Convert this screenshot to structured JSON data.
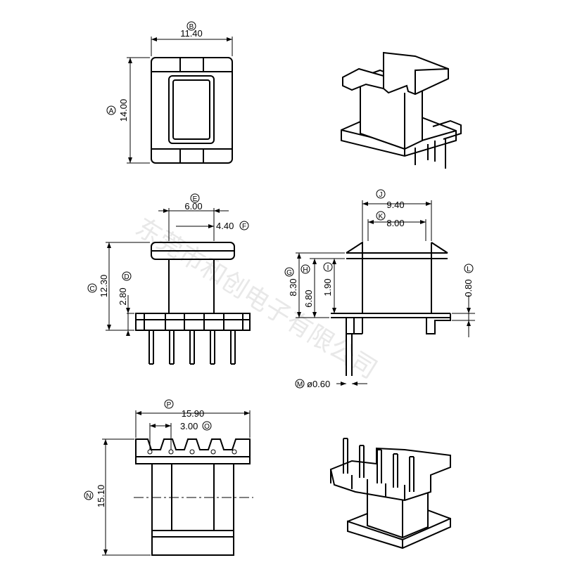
{
  "watermark": "东莞市和创电子有限公司",
  "dims": {
    "A": {
      "label": "A",
      "value": "14.00"
    },
    "B": {
      "label": "B",
      "value": "11.40"
    },
    "C": {
      "label": "C",
      "value": "12.30"
    },
    "D": {
      "label": "D",
      "value": "2.80"
    },
    "E": {
      "label": "E",
      "value": "6.00"
    },
    "F": {
      "label": "F",
      "value": "4.40"
    },
    "G": {
      "label": "G",
      "value": "8.30"
    },
    "H": {
      "label": "H",
      "value": "6.80"
    },
    "I": {
      "label": "I",
      "value": "1.90"
    },
    "J": {
      "label": "J",
      "value": "9.40"
    },
    "K": {
      "label": "K",
      "value": "8.00"
    },
    "L": {
      "label": "L",
      "value": "0.80"
    },
    "M": {
      "label": "M",
      "value": "ø0.60"
    },
    "N": {
      "label": "N",
      "value": "15.10"
    },
    "O": {
      "label": "O",
      "value": "3.00"
    },
    "P": {
      "label": "P",
      "value": "15.90"
    }
  }
}
